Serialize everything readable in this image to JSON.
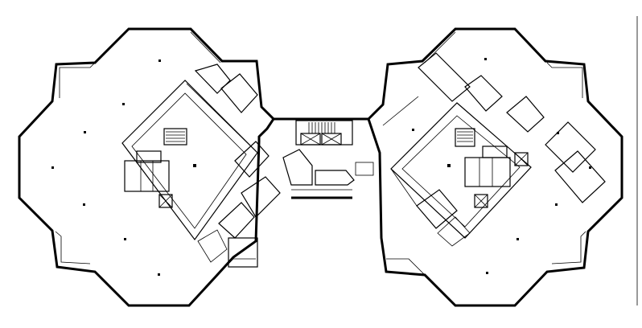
{
  "diagram": {
    "type": "floor-plan",
    "wings": [
      "west-wing",
      "east-wing"
    ],
    "connector": "central-link"
  },
  "colors": {
    "line": "#000000",
    "background": "#ffffff"
  }
}
